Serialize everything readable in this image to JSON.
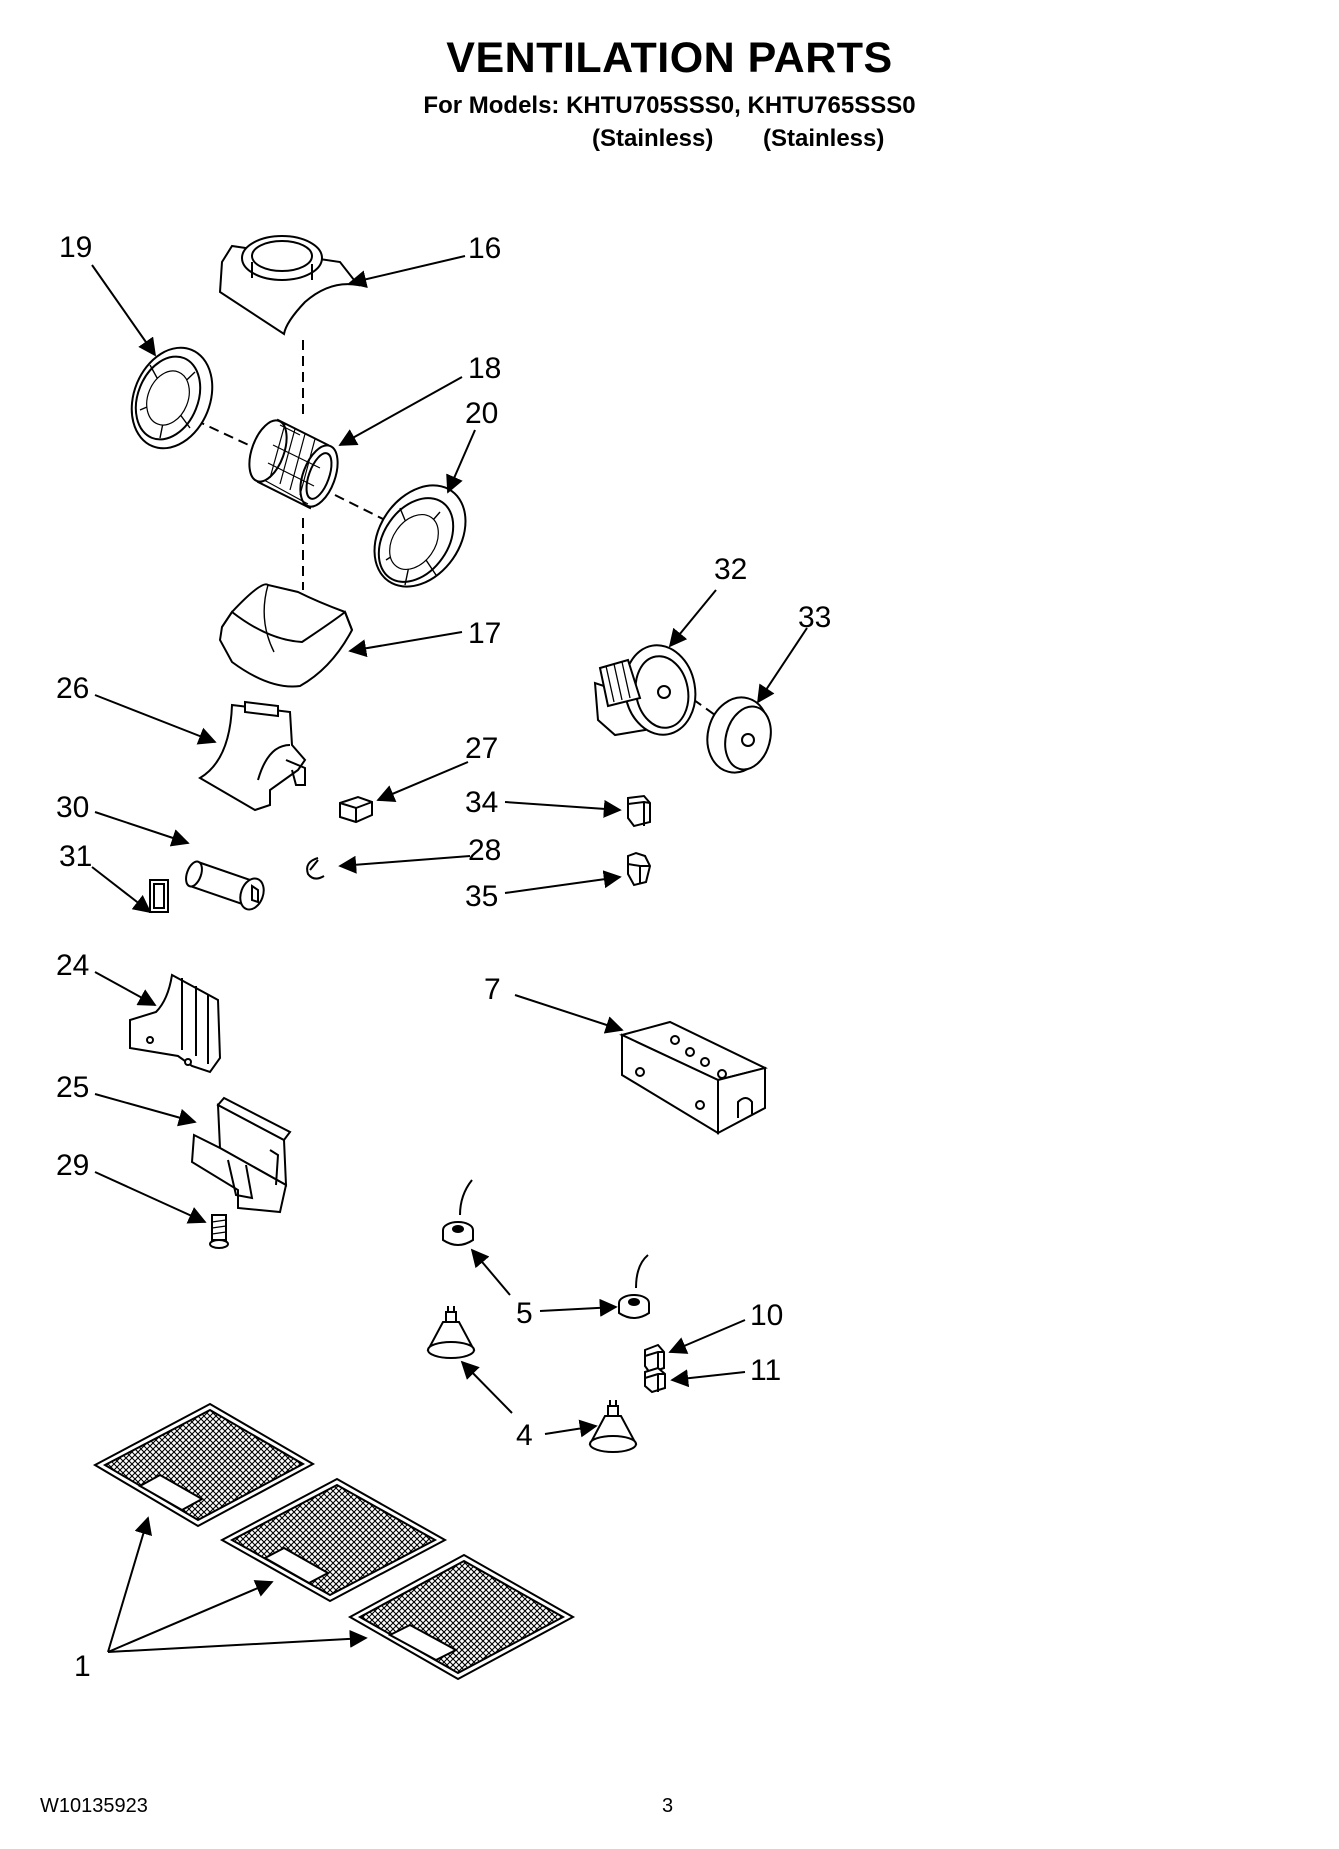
{
  "title": "VENTILATION PARTS",
  "models_line": "For Models: KHTU705SSS0, KHTU765SSS0",
  "model_variants": [
    "(Stainless)",
    "(Stainless)"
  ],
  "callouts": {
    "c19": "19",
    "c16": "16",
    "c18": "18",
    "c20": "20",
    "c17": "17",
    "c32": "32",
    "c33": "33",
    "c26": "26",
    "c27": "27",
    "c34": "34",
    "c30": "30",
    "c28": "28",
    "c31": "31",
    "c35": "35",
    "c24": "24",
    "c7": "7",
    "c25": "25",
    "c29": "29",
    "c5": "5",
    "c10": "10",
    "c11": "11",
    "c4": "4",
    "c1": "1"
  },
  "footer": {
    "doc_number": "W10135923",
    "page_number": "3"
  }
}
